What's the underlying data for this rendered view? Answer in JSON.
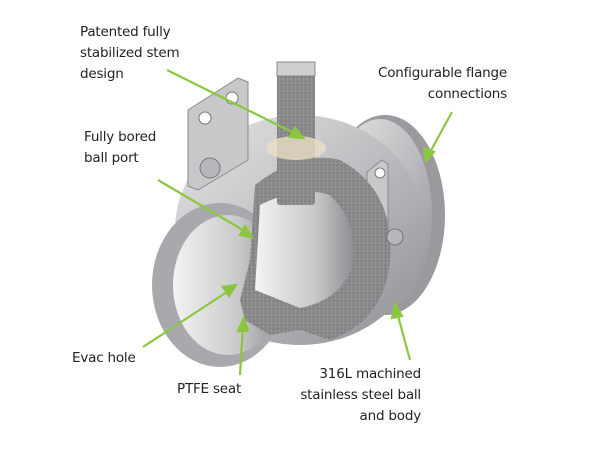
{
  "title": "Valve cutaway feature diagram",
  "accent_color": "#8cc63f",
  "labels": {
    "stem": [
      "Patented fully",
      "stabilized stem",
      "design"
    ],
    "flange": [
      "Configurable flange",
      "connections"
    ],
    "port": [
      "Fully bored",
      "ball port"
    ],
    "evac": [
      "Evac hole"
    ],
    "seat": [
      "PTFE seat"
    ],
    "body": [
      "316L machined",
      "stainless steel ball",
      "and body"
    ]
  }
}
